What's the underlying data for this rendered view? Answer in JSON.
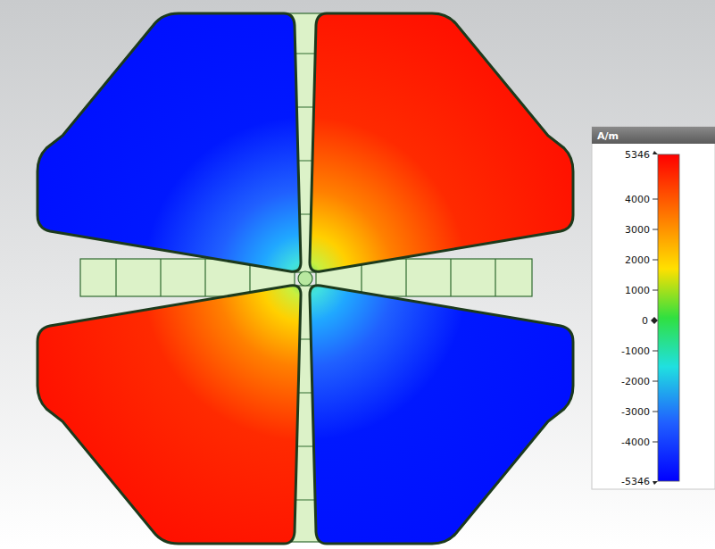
{
  "diagram": {
    "labels": [
      "A/m",
      "5346",
      "4000",
      "3000",
      "2000",
      "1000",
      "0",
      "-1000",
      "-2000",
      "-3000",
      "-4000",
      "-5346"
    ]
  }
}
